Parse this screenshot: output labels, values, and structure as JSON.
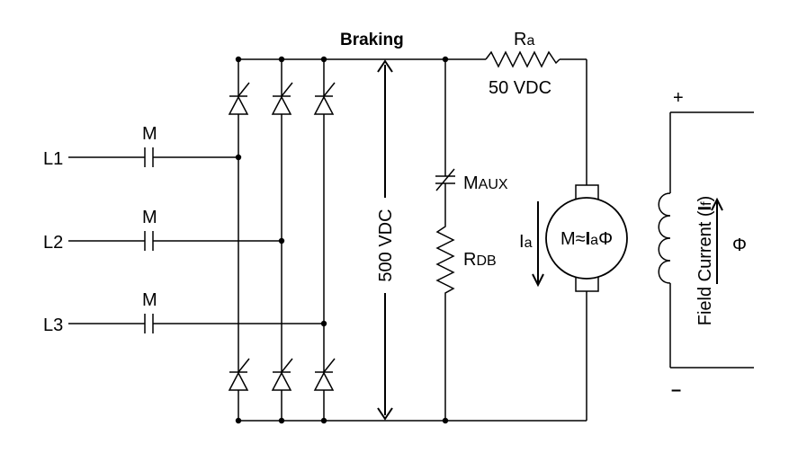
{
  "title": "Braking",
  "lines": {
    "l1": "L1",
    "l2": "L2",
    "l3": "L3"
  },
  "contactors": {
    "m1": "M",
    "m2": "M",
    "m3": "M"
  },
  "bus_voltage": "500 VDC",
  "maux": {
    "main": "M",
    "sub": "AUX"
  },
  "rdb": {
    "main": "R",
    "sub": "DB"
  },
  "ra": {
    "main": "R",
    "sub": "a"
  },
  "ra_voltage": "50 VDC",
  "armature_current": {
    "main": "I",
    "sub": "a"
  },
  "motor_equation": {
    "prefix": "M≈",
    "i": "I",
    "sub": "a",
    "phi": "Φ"
  },
  "field_current": {
    "text": "Field Current (",
    "i": "I",
    "sub": "f",
    "close": ")"
  },
  "flux_symbol": "Φ",
  "field_plus": "+",
  "field_minus": "–"
}
